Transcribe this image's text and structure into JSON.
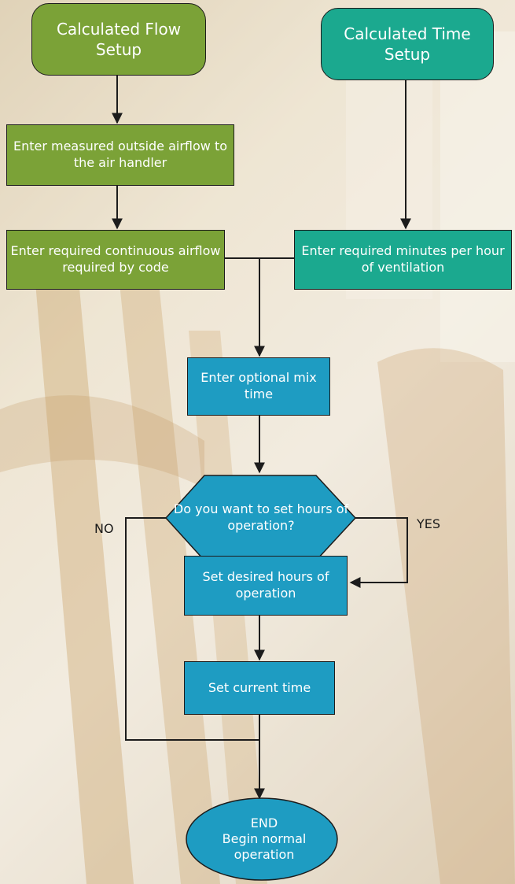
{
  "nodes": {
    "flow_setup": "Calculated Flow Setup",
    "time_setup": "Calculated Time Setup",
    "measured_airflow": "Enter measured outside airflow to the air handler",
    "required_airflow": "Enter required continuous airflow required by code",
    "required_minutes": "Enter required minutes per hour of ventilation",
    "mix_time": "Enter optional mix time",
    "decision": "Do you want to set hours of operation?",
    "set_hours": "Set desired hours of operation",
    "set_time": "Set current time",
    "end_title": "END",
    "end_text": "Begin normal operation"
  },
  "labels": {
    "no": "NO",
    "yes": "YES"
  },
  "colors": {
    "green": "#7ba237",
    "teal": "#1ba98f",
    "blue": "#1e9cc2",
    "line": "#1c1c1c"
  }
}
